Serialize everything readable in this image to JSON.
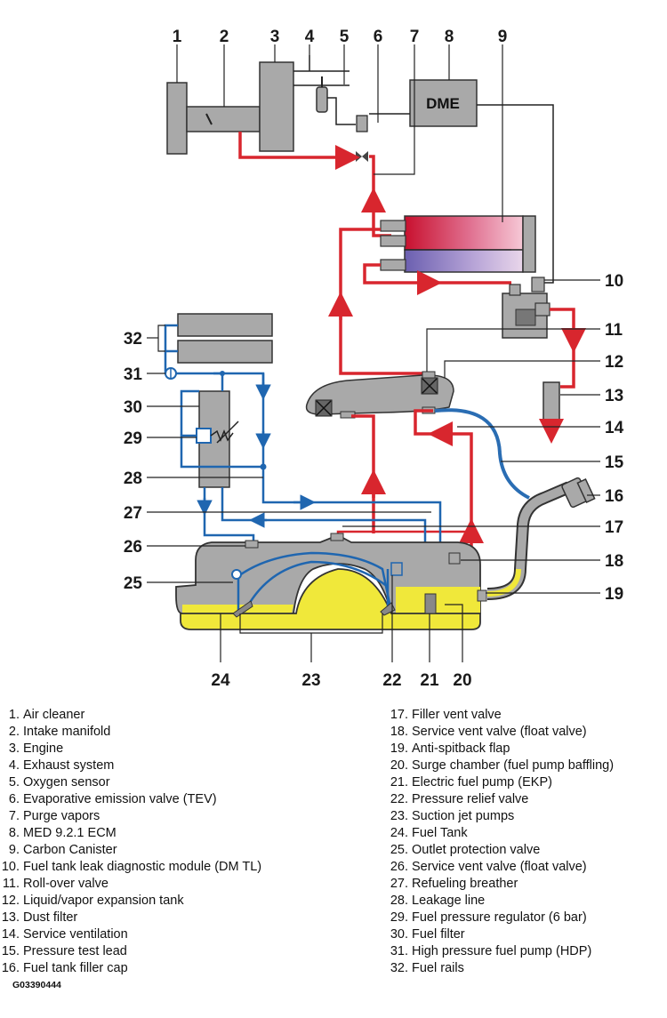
{
  "figure": {
    "ecm_box_label": "DME",
    "code": "G03390444"
  },
  "callouts": [
    "1",
    "2",
    "3",
    "4",
    "5",
    "6",
    "7",
    "8",
    "9",
    "10",
    "11",
    "12",
    "13",
    "14",
    "15",
    "16",
    "17",
    "18",
    "19",
    "20",
    "21",
    "22",
    "23",
    "24",
    "25",
    "26",
    "27",
    "28",
    "29",
    "30",
    "31",
    "32"
  ],
  "legend": [
    {
      "n": "1.",
      "text": "Air cleaner"
    },
    {
      "n": "2.",
      "text": "Intake manifold"
    },
    {
      "n": "3.",
      "text": "Engine"
    },
    {
      "n": "4.",
      "text": "Exhaust system"
    },
    {
      "n": "5.",
      "text": "Oxygen sensor"
    },
    {
      "n": "6.",
      "text": "Evaporative emission valve (TEV)"
    },
    {
      "n": "7.",
      "text": "Purge vapors"
    },
    {
      "n": "8.",
      "text": "MED 9.2.1 ECM"
    },
    {
      "n": "9.",
      "text": "Carbon Canister"
    },
    {
      "n": "10.",
      "text": "Fuel tank leak diagnostic module (DM TL)"
    },
    {
      "n": "11.",
      "text": "Roll-over valve"
    },
    {
      "n": "12.",
      "text": "Liquid/vapor expansion tank"
    },
    {
      "n": "13.",
      "text": "Dust filter"
    },
    {
      "n": "14.",
      "text": "Service ventilation"
    },
    {
      "n": "15.",
      "text": "Pressure test lead"
    },
    {
      "n": "16.",
      "text": "Fuel tank filler cap"
    },
    {
      "n": "17.",
      "text": "Filler vent valve"
    },
    {
      "n": "18.",
      "text": "Service vent valve (float valve)"
    },
    {
      "n": "19.",
      "text": "Anti-spitback flap"
    },
    {
      "n": "20.",
      "text": "Surge chamber (fuel pump baffling)"
    },
    {
      "n": "21.",
      "text": "Electric fuel pump (EKP)"
    },
    {
      "n": "22.",
      "text": "Pressure relief valve"
    },
    {
      "n": "23.",
      "text": "Suction jet pumps"
    },
    {
      "n": "24.",
      "text": "Fuel Tank"
    },
    {
      "n": "25.",
      "text": "Outlet protection valve"
    },
    {
      "n": "26.",
      "text": "Service vent valve (float valve)"
    },
    {
      "n": "27.",
      "text": "Refueling breather"
    },
    {
      "n": "28.",
      "text": "Leakage line"
    },
    {
      "n": "29.",
      "text": "Fuel pressure regulator (6 bar)"
    },
    {
      "n": "30.",
      "text": "Fuel filter"
    },
    {
      "n": "31.",
      "text": "High pressure fuel pump (HDP)"
    },
    {
      "n": "32.",
      "text": "Fuel rails"
    }
  ],
  "colors": {
    "vapor_line": "#d8262e",
    "fuel_line": "#1f66b0",
    "hose_blue": "#2a6db3",
    "fuel_yellow": "#f0e83a",
    "component_gray": "#a9a9a9",
    "outline": "#333333"
  },
  "icons": [
    "arrow-icon",
    "valve-icon",
    "filler-cap-icon"
  ]
}
